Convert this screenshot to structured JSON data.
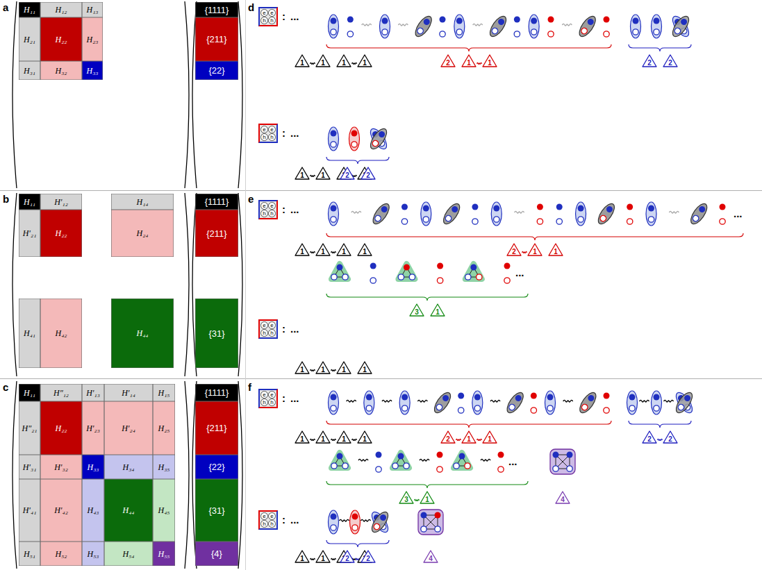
{
  "diagram": {
    "nodes": [
      {
        "text": [
          "H₁₁"
        ]
      },
      {
        "text": [
          "H₁₂"
        ]
      },
      {
        "text": [
          "H₁₃"
        ]
      },
      {
        "text": [
          "H₂₁"
        ]
      },
      {
        "text": [
          "H₂₂"
        ]
      },
      {
        "text": [
          "H₂₃"
        ]
      },
      {
        "text": [
          "H₃₁"
        ]
      },
      {
        "text": [
          "H₃₂"
        ]
      },
      {
        "text": [
          "H₃₃"
        ]
      },
      {
        "text": [
          "{1111}"
        ]
      },
      {
        "text": [
          "{211}"
        ]
      },
      {
        "text": [
          "{22}"
        ]
      },
      {
        "text": [
          "H₁₁"
        ]
      },
      {
        "text": [
          "H′₁₂"
        ]
      },
      {
        "text": [
          "H₁₄"
        ]
      },
      {
        "text": [
          "H′₂₁"
        ]
      },
      {
        "text": [
          "H₂₂"
        ]
      },
      {
        "text": [
          "H₂₄"
        ]
      },
      {
        "text": [
          "H₄₁"
        ]
      },
      {
        "text": [
          "H₄₂"
        ]
      },
      {
        "text": [
          "H₄₄"
        ]
      },
      {
        "text": [
          "{1111}"
        ]
      },
      {
        "text": [
          "{211}"
        ]
      },
      {
        "text": [
          "{31}"
        ]
      },
      {
        "text": [
          "H₁₁"
        ]
      },
      {
        "text": [
          "H″₁₂"
        ]
      },
      {
        "text": [
          "H′₁₃"
        ]
      },
      {
        "text": [
          "H′₁₄"
        ]
      },
      {
        "text": [
          "H₁₅"
        ]
      },
      {
        "text": [
          "H″₂₁"
        ]
      },
      {
        "text": [
          "H₂₂"
        ]
      },
      {
        "text": [
          "H′₂₃"
        ]
      },
      {
        "text": [
          "H′₂₄"
        ]
      },
      {
        "text": [
          "H₂₅"
        ]
      },
      {
        "text": [
          "H′₃₁"
        ]
      },
      {
        "text": [
          "H′₃₂"
        ]
      },
      {
        "text": [
          "H₃₃"
        ]
      },
      {
        "text": [
          "H₃₄"
        ]
      },
      {
        "text": [
          "H₃₅"
        ]
      },
      {
        "text": [
          "H′₄₁"
        ]
      },
      {
        "text": [
          "H′₄₂"
        ]
      },
      {
        "text": [
          "H₄₃"
        ]
      },
      {
        "text": [
          "H₄₄"
        ]
      },
      {
        "text": [
          "H₄₅"
        ]
      },
      {
        "text": [
          "H₅₁"
        ]
      },
      {
        "text": [
          "H₅₂"
        ]
      },
      {
        "text": [
          "H₅₃"
        ]
      },
      {
        "text": [
          "H₅₄"
        ]
      },
      {
        "text": [
          "H₅₅"
        ]
      },
      {
        "text": [
          "{1111}"
        ]
      },
      {
        "text": [
          "{211}"
        ]
      },
      {
        "text": [
          "{22}"
        ]
      },
      {
        "text": [
          "{31}"
        ]
      },
      {
        "text": [
          "{4}"
        ]
      },
      {
        "text": [
          "e",
          "e",
          "h",
          "h"
        ]
      },
      {
        "text": [
          "1"
        ]
      },
      {
        "text": [
          "1"
        ]
      },
      {
        "text": [
          "1"
        ]
      },
      {
        "text": [
          "1"
        ]
      },
      {
        "text": [
          "2"
        ]
      },
      {
        "text": [
          "1"
        ]
      },
      {
        "text": [
          "1"
        ]
      },
      {
        "text": [
          "2"
        ]
      },
      {
        "text": [
          "2"
        ]
      },
      {
        "text": [
          "e",
          "e",
          "h",
          "h"
        ]
      },
      {
        "text": [
          "1"
        ]
      },
      {
        "text": [
          "1"
        ]
      },
      {
        "text": [
          "1"
        ]
      },
      {
        "text": [
          "1"
        ]
      },
      {
        "text": [
          "2"
        ]
      },
      {
        "text": [
          "2"
        ]
      },
      {
        "text": [
          "e",
          "e",
          "h",
          "h"
        ]
      },
      {
        "text": [
          "1"
        ]
      },
      {
        "text": [
          "1"
        ]
      },
      {
        "text": [
          "1"
        ]
      },
      {
        "text": [
          "1"
        ]
      },
      {
        "text": [
          "2"
        ]
      },
      {
        "text": [
          "1"
        ]
      },
      {
        "text": [
          "1"
        ]
      },
      {
        "text": [
          "3"
        ]
      },
      {
        "text": [
          "1"
        ]
      },
      {
        "text": [
          "e",
          "e",
          "h",
          "h"
        ]
      },
      {
        "text": [
          "1"
        ]
      },
      {
        "text": [
          "1"
        ]
      },
      {
        "text": [
          "1"
        ]
      },
      {
        "text": [
          "1"
        ]
      },
      {
        "text": [
          "e",
          "e",
          "h",
          "h"
        ]
      },
      {
        "text": [
          "1"
        ]
      },
      {
        "text": [
          "1"
        ]
      },
      {
        "text": [
          "1"
        ]
      },
      {
        "text": [
          "1"
        ]
      },
      {
        "text": [
          "2"
        ]
      },
      {
        "text": [
          "1"
        ]
      },
      {
        "text": [
          "1"
        ]
      },
      {
        "text": [
          "2"
        ]
      },
      {
        "text": [
          "2"
        ]
      },
      {
        "text": [
          "3"
        ]
      },
      {
        "text": [
          "1"
        ]
      },
      {
        "text": [
          "4"
        ]
      },
      {
        "text": [
          "e",
          "e",
          "h",
          "h"
        ]
      },
      {
        "text": [
          "1"
        ]
      },
      {
        "text": [
          "1"
        ]
      },
      {
        "text": [
          "1"
        ]
      },
      {
        "text": [
          "1"
        ]
      },
      {
        "text": [
          "2"
        ]
      },
      {
        "text": [
          "2"
        ]
      },
      {
        "text": [
          "4"
        ]
      }
    ],
    "edges": [
      {
        "from": 55,
        "to": 56,
        "arrow": "none"
      },
      {
        "from": 57,
        "to": 58,
        "arrow": "none"
      },
      {
        "from": 60,
        "to": 61,
        "arrow": "none"
      },
      {
        "from": 65,
        "to": 66,
        "arrow": "none"
      },
      {
        "from": 67,
        "to": 68,
        "arrow": "none"
      },
      {
        "from": 72,
        "to": 73,
        "arrow": "none"
      },
      {
        "from": 73,
        "to": 74,
        "arrow": "none"
      },
      {
        "from": 76,
        "to": 77,
        "arrow": "none"
      },
      {
        "from": 82,
        "to": 83,
        "arrow": "none"
      },
      {
        "from": 83,
        "to": 84,
        "arrow": "none"
      },
      {
        "from": 87,
        "to": 88,
        "arrow": "none"
      },
      {
        "from": 88,
        "to": 89,
        "arrow": "none"
      },
      {
        "from": 89,
        "to": 90,
        "arrow": "none"
      },
      {
        "from": 91,
        "to": 92,
        "arrow": "none"
      },
      {
        "from": 92,
        "to": 93,
        "arrow": "none"
      },
      {
        "from": 94,
        "to": 95,
        "arrow": "none"
      },
      {
        "from": 96,
        "to": 97,
        "arrow": "none"
      },
      {
        "from": 100,
        "to": 101,
        "arrow": "none"
      },
      {
        "from": 101,
        "to": 102,
        "arrow": "none"
      },
      {
        "from": 102,
        "to": 103,
        "arrow": "none"
      },
      {
        "from": 104,
        "to": 105,
        "arrow": "none"
      }
    ],
    "labels": [
      "a",
      "b",
      "c",
      "d",
      "e",
      "f",
      ":",
      "...",
      ":",
      "...",
      ":",
      "...",
      "...",
      "...",
      ":",
      "...",
      ":",
      "...",
      "...",
      ":",
      "..."
    ]
  }
}
